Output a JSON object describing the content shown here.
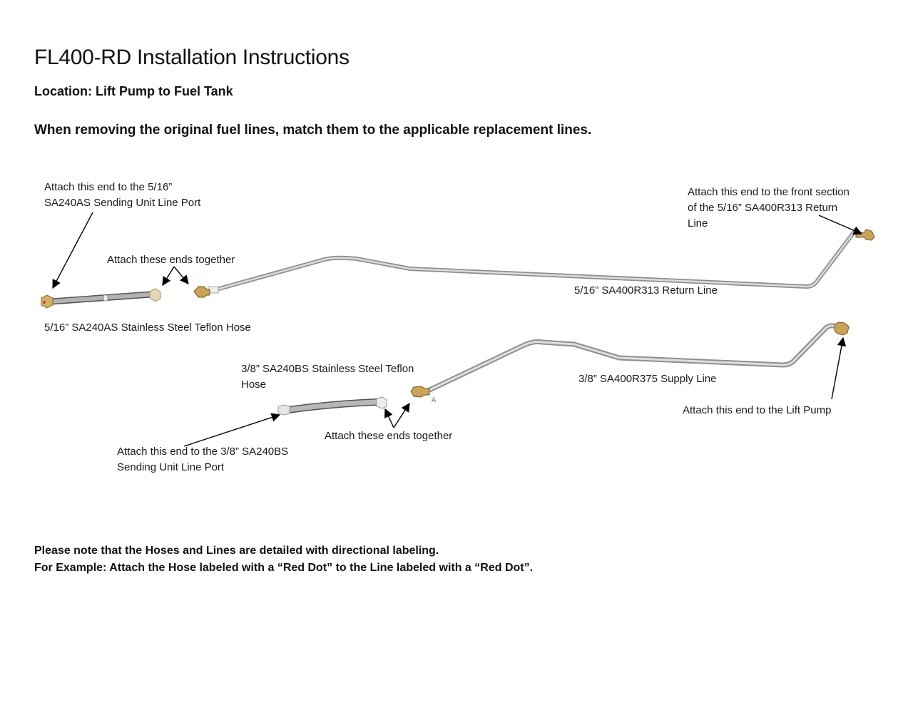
{
  "header": {
    "title": "FL400-RD Installation Instructions",
    "location": "Location: Lift Pump to Fuel Tank",
    "instruction": "When removing the original fuel lines, match them to the applicable replacement lines."
  },
  "labels": {
    "return_hose_end": "Attach this end to the 5/16”\nSA240AS Sending Unit Line Port",
    "top_attach_together": "Attach  these ends together",
    "return_front_end": "Attach this end to the front section\nof the 5/16” SA400R313 Return\nLine",
    "return_line": "5/16” SA400R313 Return Line",
    "return_hose": "5/16” SA240AS Stainless Steel Teflon Hose",
    "supply_hose": "3/8” SA240BS Stainless Steel Teflon\nHose",
    "supply_line": "3/8” SA400R375 Supply Line",
    "lift_pump_end": "Attach this  end to the Lift Pump",
    "bottom_attach_together": "Attach  these ends together",
    "supply_hose_end": "Attach this end to the 3/8” SA240BS\nSending Unit Line Port"
  },
  "notes": {
    "line1": "Please note that the Hoses and Lines are detailed with directional labeling.",
    "line2": "For Example: Attach the Hose labeled with a “Red Dot” to the Line labeled with a “Red Dot”."
  }
}
